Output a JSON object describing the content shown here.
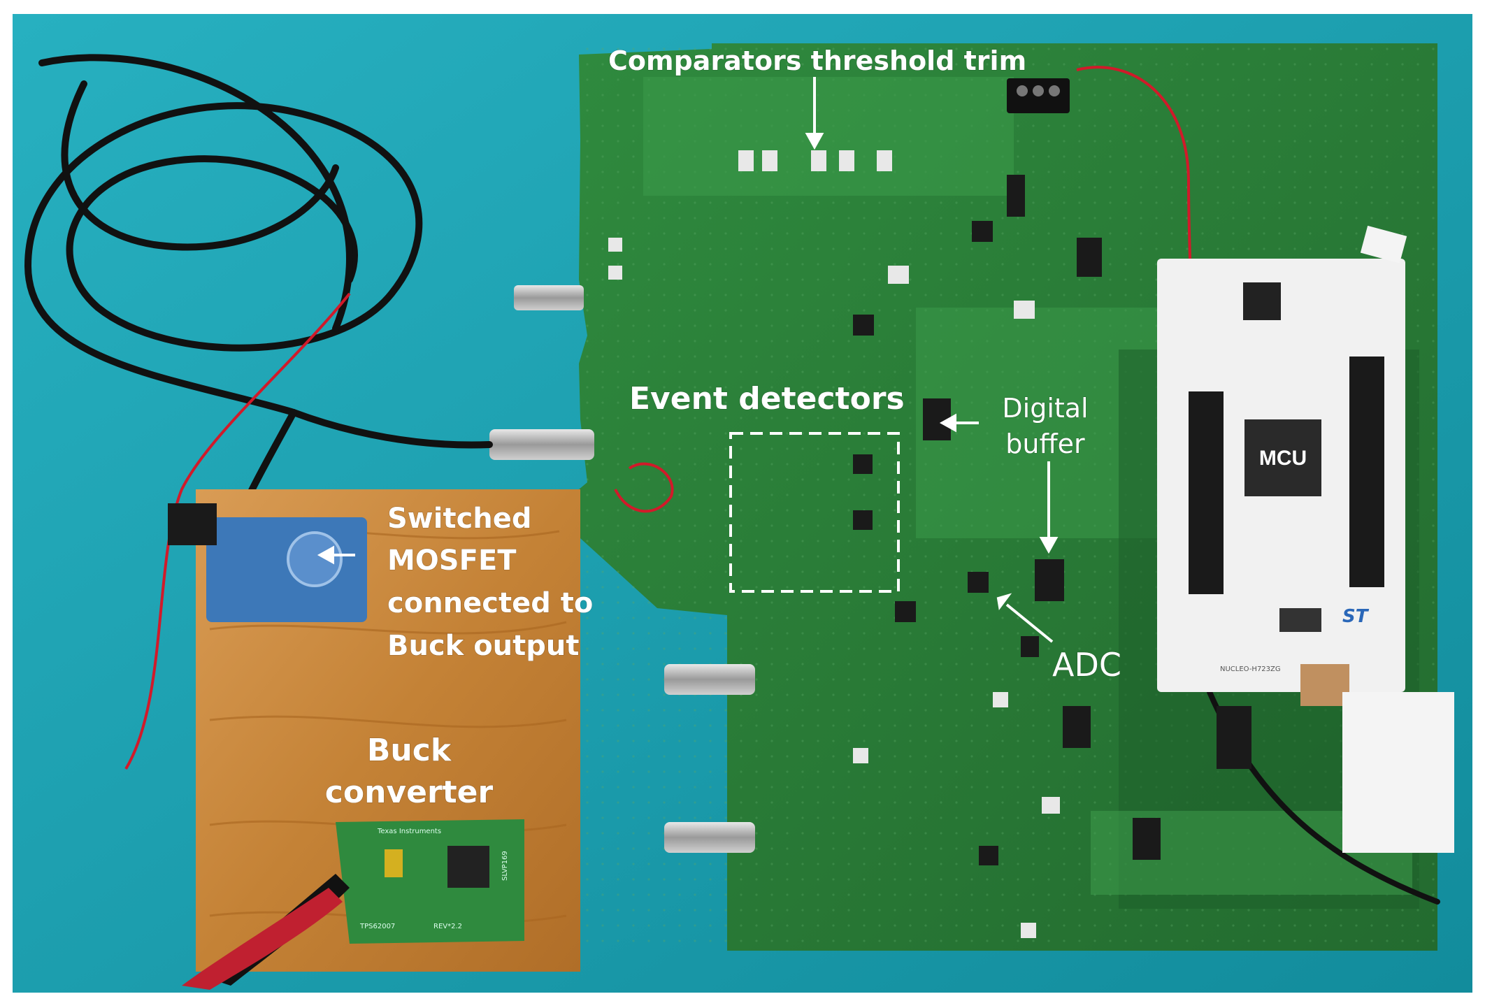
{
  "annotations": {
    "comparators": "Comparators threshold trim",
    "event_detectors": "Event detectors",
    "digital_buffer": [
      "Digital",
      "buffer"
    ],
    "switched_mosfet": [
      "Switched",
      "MOSFET",
      "connected to",
      "Buck output"
    ],
    "buck_converter": [
      "Buck",
      "converter"
    ],
    "adc": "ADC"
  },
  "board_labels": {
    "mcu": "MCU",
    "ti_header": "Texas Instruments",
    "buck_part": "TPS62007",
    "buck_rev": "REV*2.2",
    "buck_id": "SLVP169",
    "nucleo": "NUCLEO-H723ZG",
    "st_logo": "ST"
  },
  "colors": {
    "background_cloth": "#1aa0b0",
    "pcb_green": "#2f7d3a",
    "pcb_dark": "#1f5e2b",
    "wood": "#c9873f",
    "nucleo_white": "#f2f2f2",
    "label_text": "#ffffff"
  }
}
